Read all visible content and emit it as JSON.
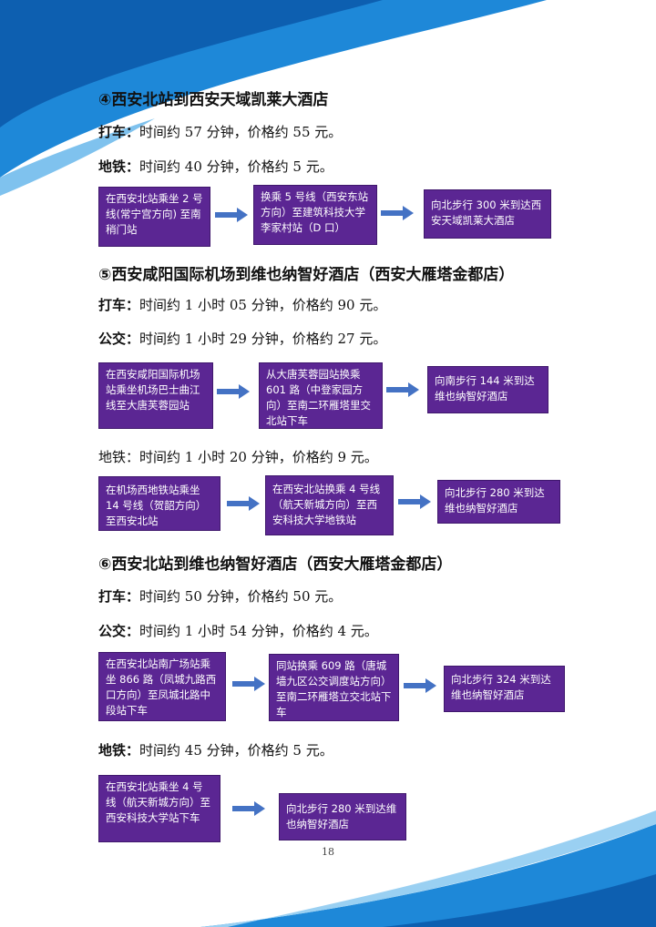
{
  "colors": {
    "box_fill": "#5b2693",
    "arrow": "#4472c4",
    "deco_blue": "#1e88d8"
  },
  "s4": {
    "title": "④西安北站到西安天域凯莱大酒店",
    "taxi_label": "打车：",
    "taxi_text": "时间约 57 分钟，价格约 55 元。",
    "metro_label": "地铁：",
    "metro_text": "时间约 40 分钟，价格约 5 元。",
    "metro_steps": [
      "在西安北站乘坐 2 号线(常宁宫方向) 至南稍门站",
      "换乘 5 号线（西安东站方向）至建筑科技大学李家村站（D 口）",
      "向北步行 300 米到达西安天域凯莱大酒店"
    ]
  },
  "s5": {
    "title": "⑤西安咸阳国际机场到维也纳智好酒店（西安大雁塔金都店）",
    "taxi_label": "打车：",
    "taxi_text": "时间约 1 小时 05 分钟，价格约 90 元。",
    "bus_label": "公交：",
    "bus_text": "时间约 1 小时 29 分钟，价格约 27 元。",
    "bus_steps": [
      "在西安咸阳国际机场站乘坐机场巴士曲江线至大唐芙蓉园站",
      "从大唐芙蓉园站换乘601 路（中登家园方向）至南二环雁塔里交北站下车",
      "向南步行 144 米到达维也纳智好酒店"
    ],
    "metro_line": "地铁：时间约 1 小时 20 分钟，价格约 9 元。",
    "metro_steps": [
      "在机场西地铁站乘坐 14 号线（贺韶方向）至西安北站",
      "在西安北站换乘 4 号线（航天新城方向）至西安科技大学地铁站",
      "向北步行 280 米到达维也纳智好酒店"
    ]
  },
  "s6": {
    "title": "⑥西安北站到维也纳智好酒店（西安大雁塔金都店）",
    "taxi_label": "打车：",
    "taxi_text": "时间约 50 分钟，价格约 50 元。",
    "bus_label": "公交：",
    "bus_text": "时间约 1 小时 54 分钟，价格约 4 元。",
    "bus_steps": [
      "在西安北站南广场站乘坐 866 路（凤城九路西口方向）至凤城北路中段站下车",
      "同站换乘 609 路（唐城墙九区公交调度站方向）至南二环雁塔立交北站下车",
      "向北步行 324 米到达维也纳智好酒店"
    ],
    "metro_label": "地铁：",
    "metro_text": "时间约 45 分钟，价格约 5 元。",
    "metro_steps": [
      "在西安北站乘坐 4 号线（航天新城方向）至西安科技大学站下车",
      "向北步行 280 米到达维也纳智好酒店"
    ]
  },
  "page_number": "18"
}
